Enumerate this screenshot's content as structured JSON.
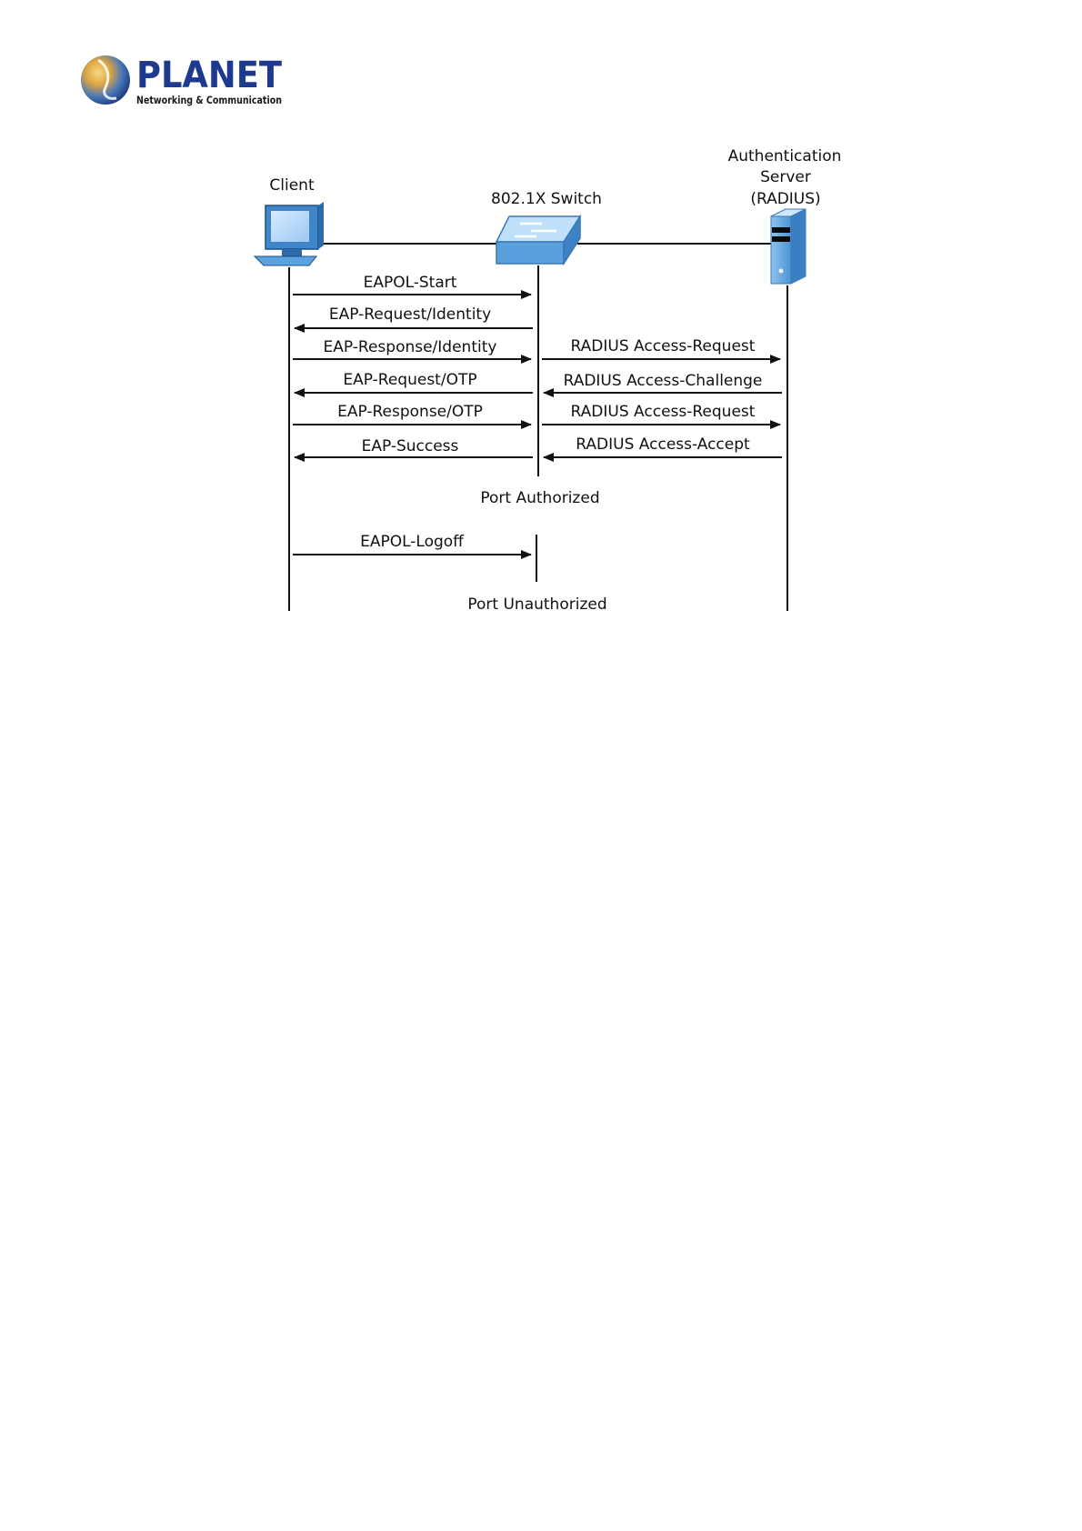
{
  "logo": {
    "brand": "PLANET",
    "tagline": "Networking & Communication"
  },
  "diagram": {
    "actors": {
      "client": {
        "label": "Client",
        "icon": "computer-icon"
      },
      "switch": {
        "label": "802.1X Switch",
        "icon": "switch-icon"
      },
      "server": {
        "label_lines": [
          "Authentication",
          "Server",
          "(RADIUS)"
        ],
        "icon": "server-icon"
      }
    },
    "messages": [
      {
        "label": "EAPOL-Start",
        "from": "client",
        "to": "switch"
      },
      {
        "label": "EAP-Request/Identity",
        "from": "switch",
        "to": "client"
      },
      {
        "label": "EAP-Response/Identity",
        "from": "client",
        "to": "switch"
      },
      {
        "label": "RADIUS Access-Request",
        "from": "switch",
        "to": "server"
      },
      {
        "label": "EAP-Request/OTP",
        "from": "switch",
        "to": "client"
      },
      {
        "label": "RADIUS Access-Challenge",
        "from": "server",
        "to": "switch"
      },
      {
        "label": "EAP-Response/OTP",
        "from": "client",
        "to": "switch"
      },
      {
        "label": "RADIUS Access-Request",
        "from": "switch",
        "to": "server"
      },
      {
        "label": "EAP-Success",
        "from": "switch",
        "to": "client"
      },
      {
        "label": "RADIUS Access-Accept",
        "from": "server",
        "to": "switch"
      },
      {
        "label": "EAPOL-Logoff",
        "from": "client",
        "to": "switch"
      }
    ],
    "states": {
      "authorized": "Port Authorized",
      "unauthorized": "Port Unauthorized"
    }
  }
}
